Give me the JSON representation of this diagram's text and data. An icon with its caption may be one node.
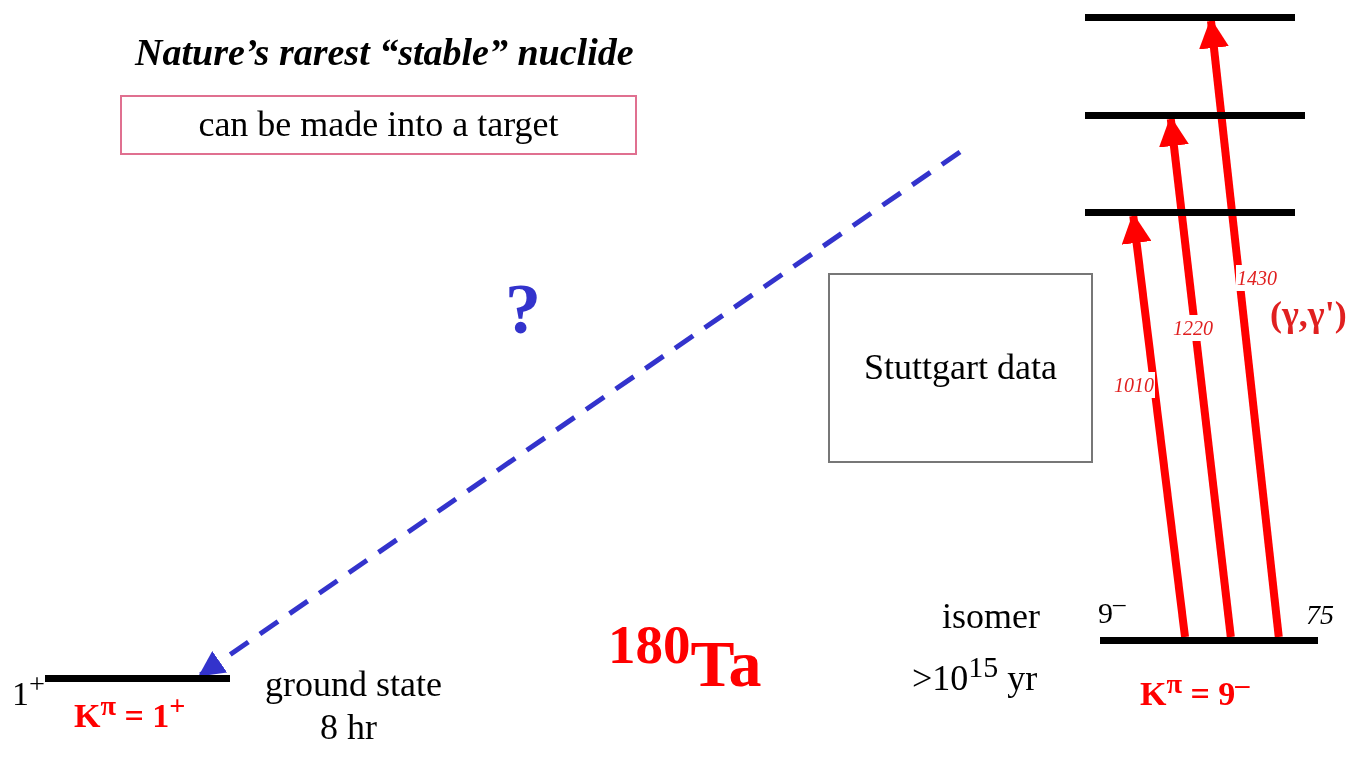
{
  "diagram": {
    "title": "Nature’s rarest “stable” nuclide",
    "nodes": [
      {
        "text": [
          "can be made into a target"
        ]
      },
      {
        "text": [
          "Stuttgart data"
        ]
      },
      {
        "text": [],
        "shape": "bar"
      },
      {
        "text": [],
        "shape": "bar"
      },
      {
        "text": [],
        "shape": "bar"
      },
      {
        "text": [],
        "shape": "bar"
      },
      {
        "text": [],
        "shape": "bar"
      }
    ],
    "edges": [
      {
        "from": null,
        "to": 6,
        "arrow": "to",
        "style": "dashed",
        "color": "#3333cc",
        "label": "?"
      },
      {
        "from": 2,
        "to": 3,
        "arrow": "to",
        "label": "1010"
      },
      {
        "from": 2,
        "to": 4,
        "arrow": "to",
        "label": "1220"
      },
      {
        "from": 2,
        "to": 5,
        "arrow": "to",
        "label": "1430"
      }
    ],
    "labels": [
      "(γ,γ')",
      "isomer",
      "9$^{–}$",
      "75",
      ">10$^{15}$ yr",
      "1$^{+}$",
      "K$^{π}$ = 1$^{+}$",
      "ground state",
      "8 hr",
      "$^{180}$Ta",
      "K$^{π}$ = 9$^{–}$"
    ]
  }
}
